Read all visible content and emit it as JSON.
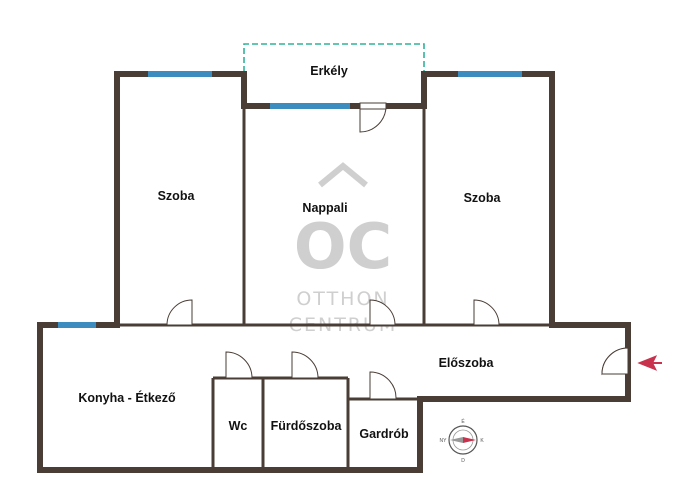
{
  "rooms": {
    "erkely": "Erkély",
    "szoba_left": "Szoba",
    "nappali": "Nappali",
    "szoba_right": "Szoba",
    "eloszoba": "Előszoba",
    "konyha": "Konyha - Étkező",
    "wc": "Wc",
    "furdoszoba": "Fürdőszoba",
    "gardrob": "Gardrób"
  },
  "watermark": {
    "logo_text": "OC",
    "line1": "OTTHON",
    "line2": "CENTRUM"
  },
  "compass": {
    "n": "É",
    "s": "D",
    "e": "K",
    "w": "NY"
  },
  "colors": {
    "wall": "#4a3d36",
    "window": "#3d8cc0",
    "balcony": "#2fb39a",
    "entrance_arrow": "#c8324d",
    "watermark": "#cfcfcf"
  },
  "icons": {
    "entrance": "arrow-left-icon",
    "compass": "compass-icon"
  }
}
